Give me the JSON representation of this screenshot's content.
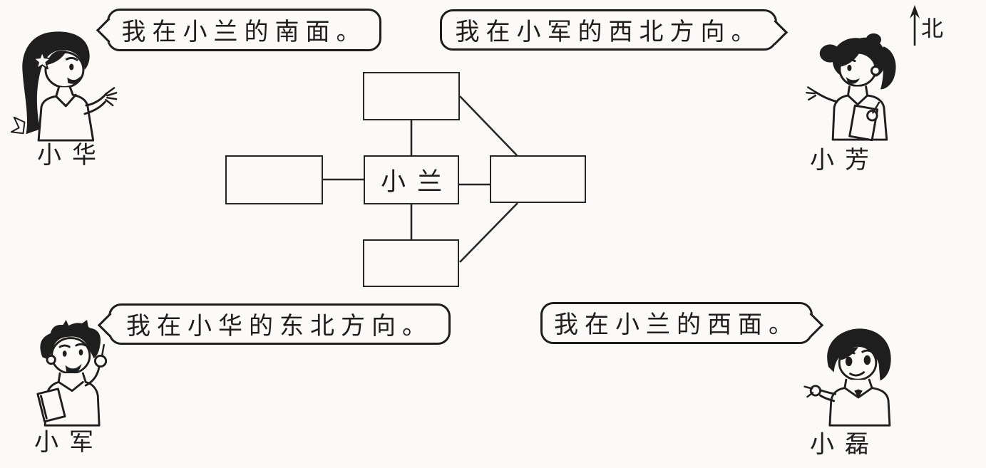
{
  "colors": {
    "ink": "#1e1e1e",
    "paper": "#fbfaf6"
  },
  "north_indicator": {
    "label": "北",
    "icon": "up-arrow"
  },
  "characters": [
    {
      "id": "xiaohua",
      "name": "小华",
      "position": "top-left",
      "bubble": "我在小兰的南面。"
    },
    {
      "id": "xiaofang",
      "name": "小芳",
      "position": "top-right",
      "bubble": "我在小军的西北方向。"
    },
    {
      "id": "xiaojun",
      "name": "小军",
      "position": "bottom-left",
      "bubble": "我在小华的东北方向。"
    },
    {
      "id": "xiaolei",
      "name": "小磊",
      "position": "bottom-right",
      "bubble": "我在小兰的西面。"
    }
  ],
  "diagram": {
    "center_label": "小兰",
    "boxes": [
      {
        "id": "north-box",
        "label": ""
      },
      {
        "id": "west-box",
        "label": ""
      },
      {
        "id": "east-box",
        "label": ""
      },
      {
        "id": "south-box",
        "label": ""
      }
    ]
  }
}
